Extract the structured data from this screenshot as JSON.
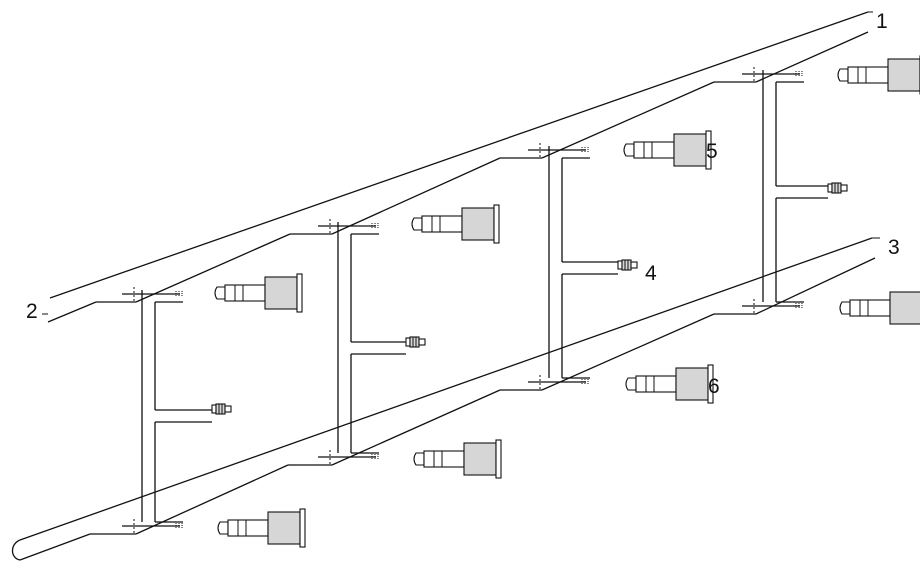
{
  "labels": {
    "label_1": "1",
    "label_2": "2",
    "label_3": "3",
    "label_4": "4",
    "label_5": "5",
    "label_6": "6"
  },
  "colors": {
    "line": "#111111",
    "connector_fill": "#d6d6d6",
    "background": "#ffffff"
  }
}
